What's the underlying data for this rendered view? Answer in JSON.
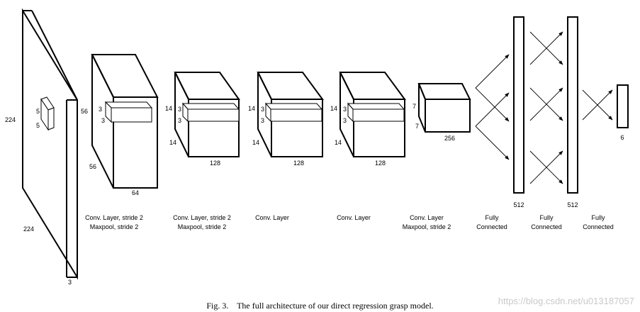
{
  "input_block": {
    "height": "224",
    "width": "224",
    "depth": "3",
    "kernel_h": "5",
    "kernel_w": "5"
  },
  "layers": [
    {
      "d1": "56",
      "d2": "56",
      "filters": "64",
      "k1": "3",
      "k2": "3",
      "label_line1": "Conv. Layer, stride 2",
      "label_line2": "Maxpool, stride 2"
    },
    {
      "d1": "14",
      "d2": "14",
      "filters": "128",
      "k1": "3",
      "k2": "3",
      "label_line1": "Conv. Layer, stride 2",
      "label_line2": "Maxpool, stride 2"
    },
    {
      "d1": "14",
      "d2": "14",
      "filters": "128",
      "k1": "3",
      "k2": "3",
      "label_line1": "Conv. Layer",
      "label_line2": ""
    },
    {
      "d1": "14",
      "d2": "14",
      "filters": "128",
      "k1": "3",
      "k2": "3",
      "label_line1": "Conv. Layer",
      "label_line2": ""
    },
    {
      "d1": "7",
      "d2": "7",
      "filters": "256",
      "label_line1": "Conv. Layer",
      "label_line2": "Maxpool, stride 2"
    }
  ],
  "fc": {
    "fc1_size": "512",
    "fc2_size": "512",
    "output_size": "6",
    "label1_line1": "Fully",
    "label1_line2": "Connected",
    "label2_line1": "Fully",
    "label2_line2": "Connected",
    "label3_line1": "Fully",
    "label3_line2": "Connected"
  },
  "caption": "Fig. 3.    The full architecture of our direct regression grasp model.",
  "watermark": "https://blog.csdn.net/u013187057"
}
